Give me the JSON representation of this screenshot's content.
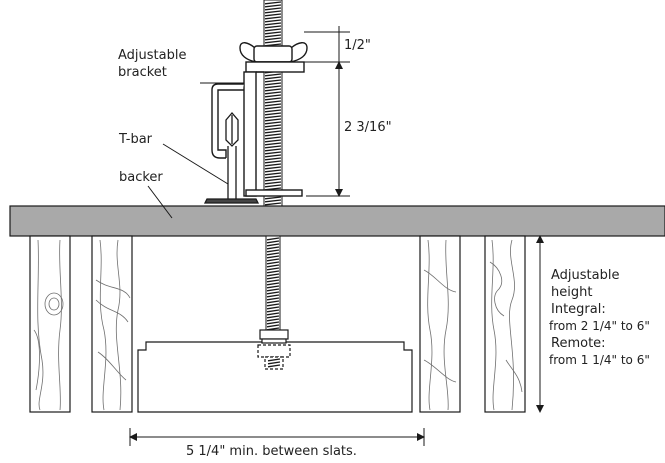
{
  "labels": {
    "bracket_line1": "Adjustable",
    "bracket_line2": "bracket",
    "tbar": "T-bar",
    "backer": "backer",
    "dim_top": "1/2\"",
    "dim_mid": "2 3/16\"",
    "height_1": "Adjustable",
    "height_2": "height",
    "height_3": "Integral:",
    "height_4": "from 2 1/4\" to 6\"",
    "height_5": "Remote:",
    "height_6": "from 1 1/4\" to 6\"",
    "bottom_dim": "5 1/4\" min. between slats."
  },
  "colors": {
    "line": "#1a1a1a",
    "backer_fill": "#a9a9a9",
    "wood_grain": "#6f6f6f"
  }
}
